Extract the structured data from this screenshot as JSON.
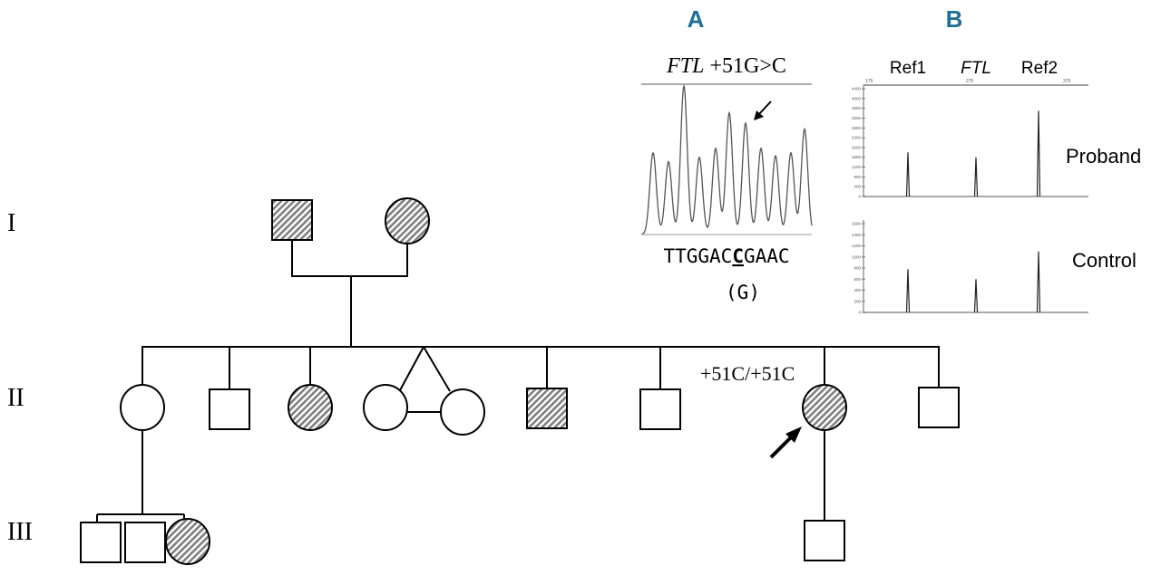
{
  "generations": [
    "I",
    "II",
    "III"
  ],
  "colors": {
    "panel_label": "#1f6f97",
    "hatch": "#808080",
    "line": "#000000",
    "axis": "#aaaaaa"
  },
  "pedigree": {
    "gen1": [
      {
        "sex": "male",
        "affected": true
      },
      {
        "sex": "female",
        "affected": true
      }
    ],
    "gen2": [
      {
        "sex": "female",
        "affected": false
      },
      {
        "sex": "male",
        "affected": false
      },
      {
        "sex": "female",
        "affected": true
      },
      {
        "sex": "female",
        "affected": false,
        "twin": "monozygotic"
      },
      {
        "sex": "female",
        "affected": false,
        "twin": "monozygotic"
      },
      {
        "sex": "male",
        "affected": true
      },
      {
        "sex": "male",
        "affected": false
      },
      {
        "sex": "female",
        "affected": true,
        "proband": true
      },
      {
        "sex": "male",
        "affected": false
      }
    ],
    "gen3_of_II1": [
      {
        "sex": "male",
        "affected": false
      },
      {
        "sex": "male",
        "affected": false
      },
      {
        "sex": "female",
        "affected": true
      }
    ],
    "gen3_of_proband": [
      {
        "sex": "male",
        "affected": false
      }
    ],
    "proband_genotype": "+51C/+51C",
    "proband_marker": "arrow-icon"
  },
  "panel_a": {
    "label": "A",
    "title_gene": "FTL",
    "title_variant": " +51G>C",
    "sequence_before": "TTGGAC",
    "sequence_variant": "C",
    "sequence_after": "GAAC",
    "wildtype": "(G)",
    "chart_data": {
      "type": "line",
      "description_kind": "sequencing chromatogram",
      "peak_relative_heights": [
        0.55,
        0.49,
        1.0,
        0.52,
        0.58,
        0.82,
        0.75,
        0.58,
        0.53,
        0.55,
        0.71
      ],
      "arrow_target_peak": 7
    }
  },
  "panel_b": {
    "label": "B",
    "peak_labels": [
      "Ref1",
      "FTL",
      "Ref2"
    ],
    "chart_data": [
      {
        "type": "line",
        "name": "Proband",
        "x_ticks": [
          "175",
          "275",
          "375"
        ],
        "y_ticks": [
          "0",
          "400",
          "800",
          "1200",
          "1600",
          "2000",
          "2400",
          "2800",
          "3200",
          "3600",
          "4000",
          "4400"
        ],
        "ylim": [
          0,
          4400
        ],
        "peaks": [
          {
            "label": "Ref1",
            "value": 1800
          },
          {
            "label": "FTL",
            "value": 1600
          },
          {
            "label": "Ref2",
            "value": 3500
          }
        ]
      },
      {
        "type": "line",
        "name": "Control",
        "y_ticks": [
          "0",
          "200",
          "400",
          "600",
          "800",
          "1000",
          "1200",
          "1400",
          "1600"
        ],
        "ylim": [
          0,
          1600
        ],
        "peaks": [
          {
            "label": "Ref1",
            "value": 780
          },
          {
            "label": "FTL",
            "value": 600
          },
          {
            "label": "Ref2",
            "value": 1100
          }
        ]
      }
    ]
  }
}
